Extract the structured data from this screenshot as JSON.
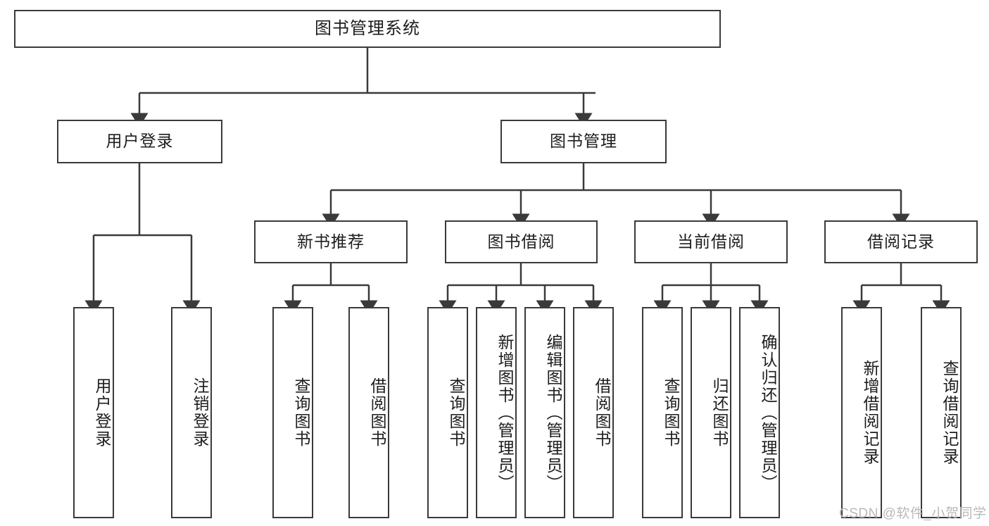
{
  "diagram": {
    "title": "图书管理系统",
    "type": "tree-hierarchy-diagram",
    "root": {
      "label": "图书管理系统"
    },
    "level2": [
      {
        "label": "用户登录"
      },
      {
        "label": "图书管理"
      }
    ],
    "level3": [
      {
        "label": "新书推荐"
      },
      {
        "label": "图书借阅"
      },
      {
        "label": "当前借阅"
      },
      {
        "label": "借阅记录"
      }
    ],
    "leaves": {
      "user_login": [
        {
          "label": "用户登录"
        },
        {
          "label": "注销登录"
        }
      ],
      "new_book_recommend": [
        {
          "label": "查询图书"
        },
        {
          "label": "借阅图书"
        }
      ],
      "book_borrow": [
        {
          "label": "查询图书"
        },
        {
          "label": "新增图书（管理员）"
        },
        {
          "label": "编辑图书（管理员）"
        },
        {
          "label": "借阅图书"
        }
      ],
      "current_borrow": [
        {
          "label": "查询图书"
        },
        {
          "label": "归还图书"
        },
        {
          "label": "确认归还（管理员）"
        }
      ],
      "borrow_record": [
        {
          "label": "新增借阅记录"
        },
        {
          "label": "查询借阅记录"
        }
      ]
    }
  },
  "watermark": {
    "text": "CSDN @软件_小贺同学"
  },
  "colors": {
    "border": "#3a3a3a",
    "text": "#1d1d1d",
    "background": "#ffffff",
    "watermark": "#b9b9b9"
  }
}
